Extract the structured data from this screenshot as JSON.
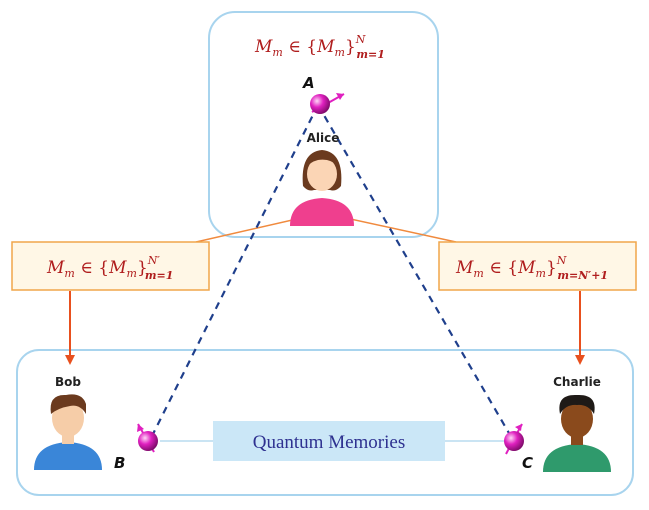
{
  "alice": {
    "name": "Alice",
    "vertex": "A",
    "formula": {
      "base": "M",
      "sub": "m",
      "rel": " ∈ {",
      "set": "M",
      "setsub": "m",
      "close": "}",
      "sup": "N",
      "lower": "m=1"
    }
  },
  "bob": {
    "name": "Bob",
    "vertex": "B",
    "formula": {
      "base": "M",
      "sub": "m",
      "rel": " ∈ {",
      "set": "M",
      "setsub": "m",
      "close": "}",
      "sup": "N′",
      "lower": "m=1"
    }
  },
  "charlie": {
    "name": "Charlie",
    "vertex": "C",
    "formula": {
      "base": "M",
      "sub": "m",
      "rel": " ∈ {",
      "set": "M",
      "setsub": "m",
      "close": "}",
      "sup": "N",
      "lower": "m=N′+1"
    }
  },
  "memory": {
    "label": "Quantum Memories"
  },
  "icons": {
    "qubit": "spin-qubit-icon",
    "person": "person-avatar-icon",
    "arrow": "down-arrow-icon"
  },
  "colors": {
    "panel_border": "#a8d4ee",
    "formula_box_fill": "#fff7e6",
    "formula_box_border": "#f0a64a",
    "connector": "#f08a3e",
    "arrow": "#e8501e",
    "dashed_link": "#1f3f8c",
    "qubit": "#e020c0",
    "memory_fill": "#cbe7f7",
    "formula_text": "#b01e1e"
  }
}
